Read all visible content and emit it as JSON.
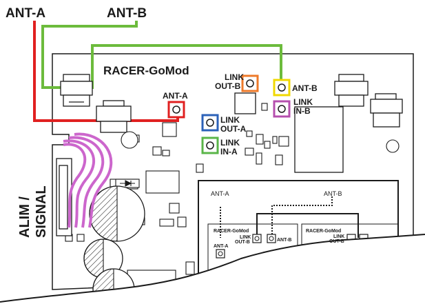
{
  "labels": {
    "ant_a_top": "ANT-A",
    "ant_b_top": "ANT-B",
    "board_title": "RACER-GoMod",
    "board_ant_a": "ANT-A",
    "board_ant_b": "ANT-B",
    "link_out_b": [
      "LINK",
      "OUT-B"
    ],
    "link_in_b": [
      "LINK",
      "IN-B"
    ],
    "link_out_a": [
      "LINK",
      "OUT-A"
    ],
    "link_in_a": [
      "LINK",
      "IN-A"
    ],
    "alim": "ALIM /",
    "signal": "SIGNAL",
    "inset_ant_a": "ANT-A",
    "inset_ant_b": "ANT-B",
    "inset_racer_1": "RACER-GoMod",
    "inset_racer_2": "RACER-GoMod",
    "inset_link_out_b": [
      "LINK",
      "OUT-B"
    ],
    "inset_ant_b_conn": "ANT-B",
    "inset_ant_a_conn": "ANT-A",
    "inset_link_2": "LINK",
    "inset_out_2": "OUT-B"
  },
  "colors": {
    "ant_a_cable": "#e02020",
    "ant_b_cable": "#6cbb3c",
    "link_out_b": "#ee7a2a",
    "ant_b_port": "#f0d800",
    "link_in_b": "#b54fae",
    "link_out_a": "#2c62b8",
    "link_in_a": "#5ab548",
    "ribbon": "#cc66cc"
  }
}
